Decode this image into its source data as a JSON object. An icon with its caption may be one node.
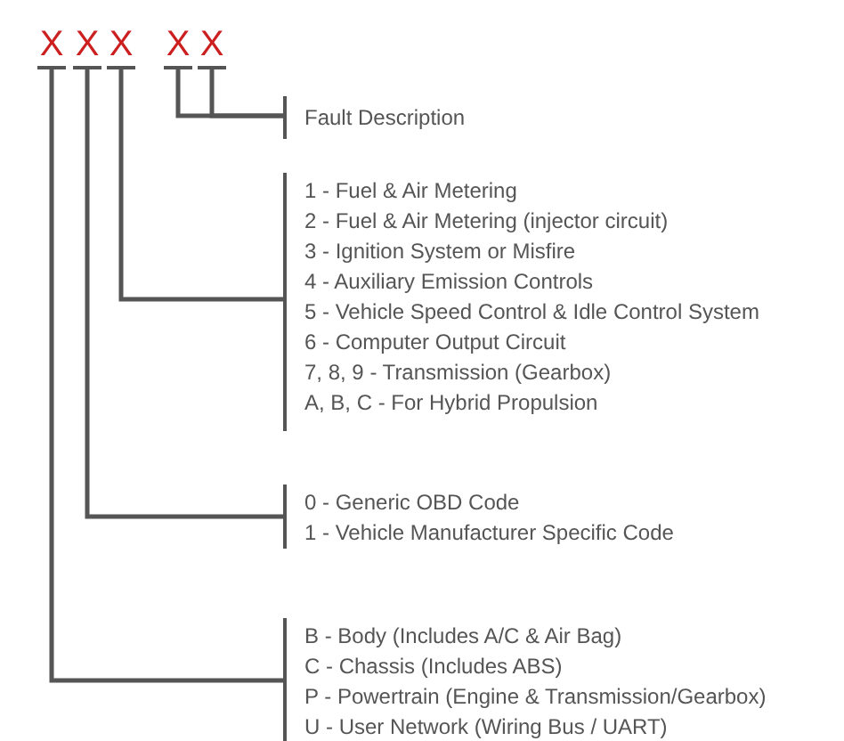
{
  "diagram": {
    "nodes": [
      {
        "text": [
          "X"
        ]
      },
      {
        "text": [
          "X"
        ]
      },
      {
        "text": [
          "X"
        ]
      },
      {
        "text": [
          "X"
        ]
      },
      {
        "text": [
          "X"
        ]
      },
      {
        "text": [
          "Fault Description"
        ]
      },
      {
        "text": [
          "1 - Fuel & Air Metering",
          "2 - Fuel & Air Metering (injector circuit)",
          "3 - Ignition System or Misfire",
          "4 - Auxiliary Emission Controls",
          "5 - Vehicle Speed Control & Idle Control System",
          "6 - Computer Output Circuit",
          "7, 8, 9 -  Transmission (Gearbox)",
          "A, B, C - For Hybrid Propulsion"
        ]
      },
      {
        "text": [
          "0 - Generic OBD Code",
          "1 - Vehicle Manufacturer Specific Code"
        ]
      },
      {
        "text": [
          "B - Body (Includes A/C & Air Bag)",
          "C - Chassis (Includes ABS)",
          "P - Powertrain (Engine & Transmission/Gearbox)",
          "U - User Network (Wiring Bus / UART)"
        ]
      }
    ],
    "edges": [
      {
        "from": 3,
        "to": 5,
        "arrow": "none"
      },
      {
        "from": 4,
        "to": 5,
        "arrow": "none"
      },
      {
        "from": 2,
        "to": 6,
        "arrow": "none"
      },
      {
        "from": 1,
        "to": 7,
        "arrow": "none"
      },
      {
        "from": 0,
        "to": 8,
        "arrow": "none"
      }
    ]
  }
}
